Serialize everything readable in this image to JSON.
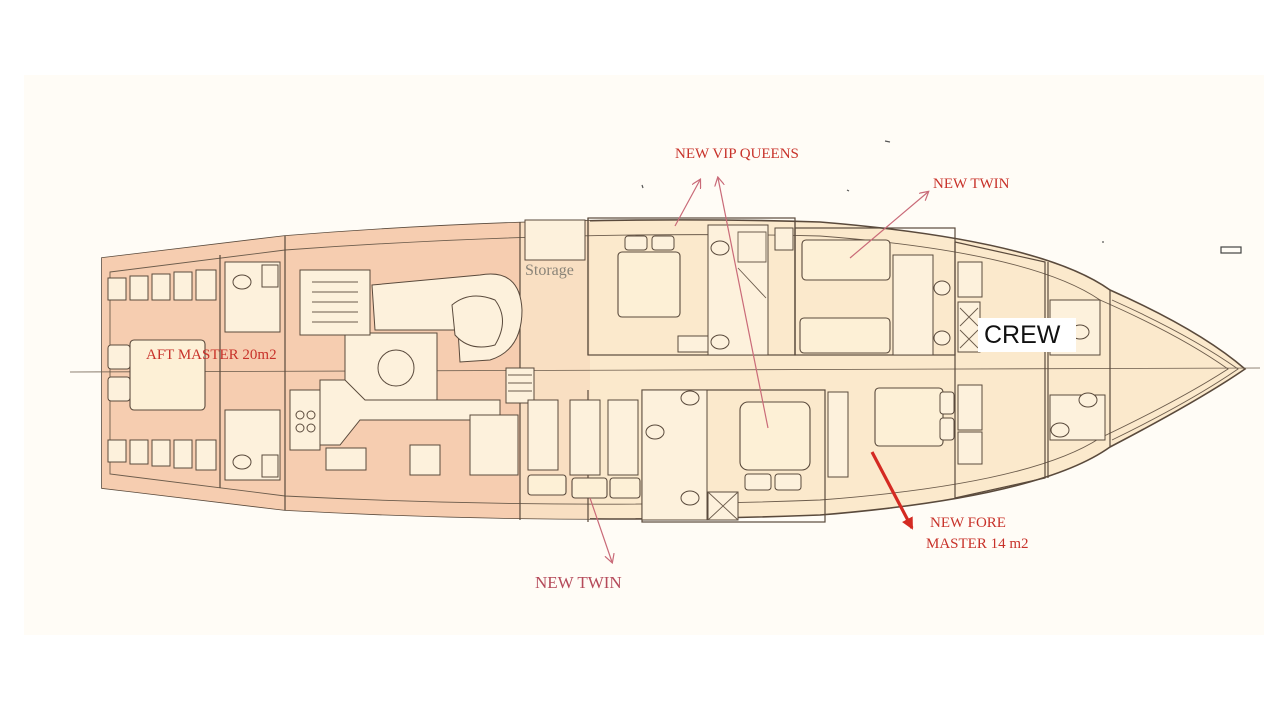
{
  "labels": {
    "new_vip_queens": "NEW VIP QUEENS",
    "new_twin_top": "NEW TWIN",
    "storage": "Storage",
    "crew": "CREW",
    "aft_master": "AFT MASTER 20m2",
    "new_fore_line1": "NEW FORE",
    "new_fore_line2": "MASTER  14 m2",
    "new_twin_bottom": "NEW TWIN"
  },
  "colors": {
    "hull_fill": "#fbe9cc",
    "aft_fill": "#f6cdb0",
    "line": "#5a4a3c",
    "label_red": "#c8322a",
    "arrow_red": "#d42a22",
    "label_pink": "#b54a5a"
  }
}
